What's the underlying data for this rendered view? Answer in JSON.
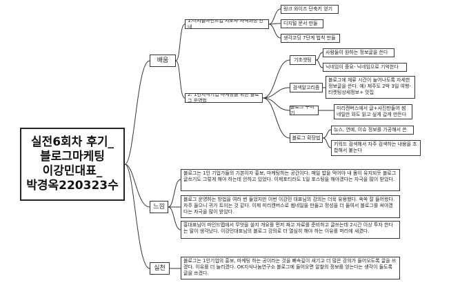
{
  "root": {
    "title": "실전6회차 후기_\n블로그마케팅\n이강민대표_\n박경옥220323수"
  },
  "branches": {
    "learn": {
      "label": "배움",
      "sub1": {
        "label": "1.디지털마인드업 지도사 자격과정 안내",
        "items": [
          "링크 와이즈 단축키 얻기",
          "디지털 문서 만들기",
          "생각코딩 7단계 법칙 만들기"
        ]
      },
      "sub2": {
        "label": "2. 1인지식기업 마케팅을 위한 블로그 운영법",
        "groups": [
          {
            "label": "기초셋팅",
            "items": [
              "사람들이 원하는 정보글을 쓴다",
              "닉네임이 중요- 닉네임으로 기억한다"
            ]
          },
          {
            "label": "검색알고리즘",
            "items": [
              "블로그에 체류 시간이 늘어나도록 자세한 정보글을 쓴다. 예) 제주도 2박 3일 여행- 티켓팅상세정보+ 맛집"
            ]
          },
          {
            "label": "블로그 꾸미기",
            "items": [
              "미리캔버스에서 글+사진만들어 썸네일만 와도 읽고 싶게 갑게 만든다"
            ]
          },
          {
            "label": "블로그 확장법",
            "items": [
              "뉴스, 연예, 이슈 정보를 가공해서 쓴다",
              "키워드 검색해서 자주 검색하는 내용을 조합해서 붙는다"
            ]
          }
        ]
      }
    },
    "feel": {
      "label": "느낌",
      "items": [
        "블로그는 1인 기업가들의 기본이자 홍보, 마케팅하는 공간이다. 매일 밥을 먹어야 내 몸이 유지되듯 블로그 글쓰기도 그렇게 해야 하는데 안하고 있었다. 이제포티라도 1일 포스팅을 해야겠다는 자극을 많이 받았다.",
        "블로그 운영하는 방법을 여러 번 들었지만 이번 이강민 대표님의 강의는 더욱 유용했다. 쏙쏙 잘 들어왔다. 자주 들으니 귀가 트이는 것 같다. 이제 미리캔버스로 썸네일을 만들고 정성을 더 들여서 블로그를 써야겠다는 자극을 많이 받았다.",
        "홍대표님이 마인드맵에서 무엇을 쓸지 개요를 먼저 짜고 자료를 준비하고 글쓰는데 2시간 이상 투자 한다는 말이 생각났다. 이강민대표님의 블로그 강의로 더 열심히 해야 하는 이유를 머리에 새겼다."
      ]
    },
    "practice": {
      "label": "실천",
      "items": [
        "블로그는 1인기업의 홍보, 마케팅 하는 공이라는 것을 뼈속깊이 새기고 더 많은 강의가 들어오도록 글을 쓰겠다. 이유를 더 늘리겠다. OK지식나눔연구소 블로그에 들어오면 알찰의 정보를 얻는다는 생각이 들도록 글을 쓰겠다."
      ]
    }
  },
  "colors": {
    "line": "#333333",
    "border": "#333333",
    "text": "#222222",
    "background": "#ffffff"
  }
}
